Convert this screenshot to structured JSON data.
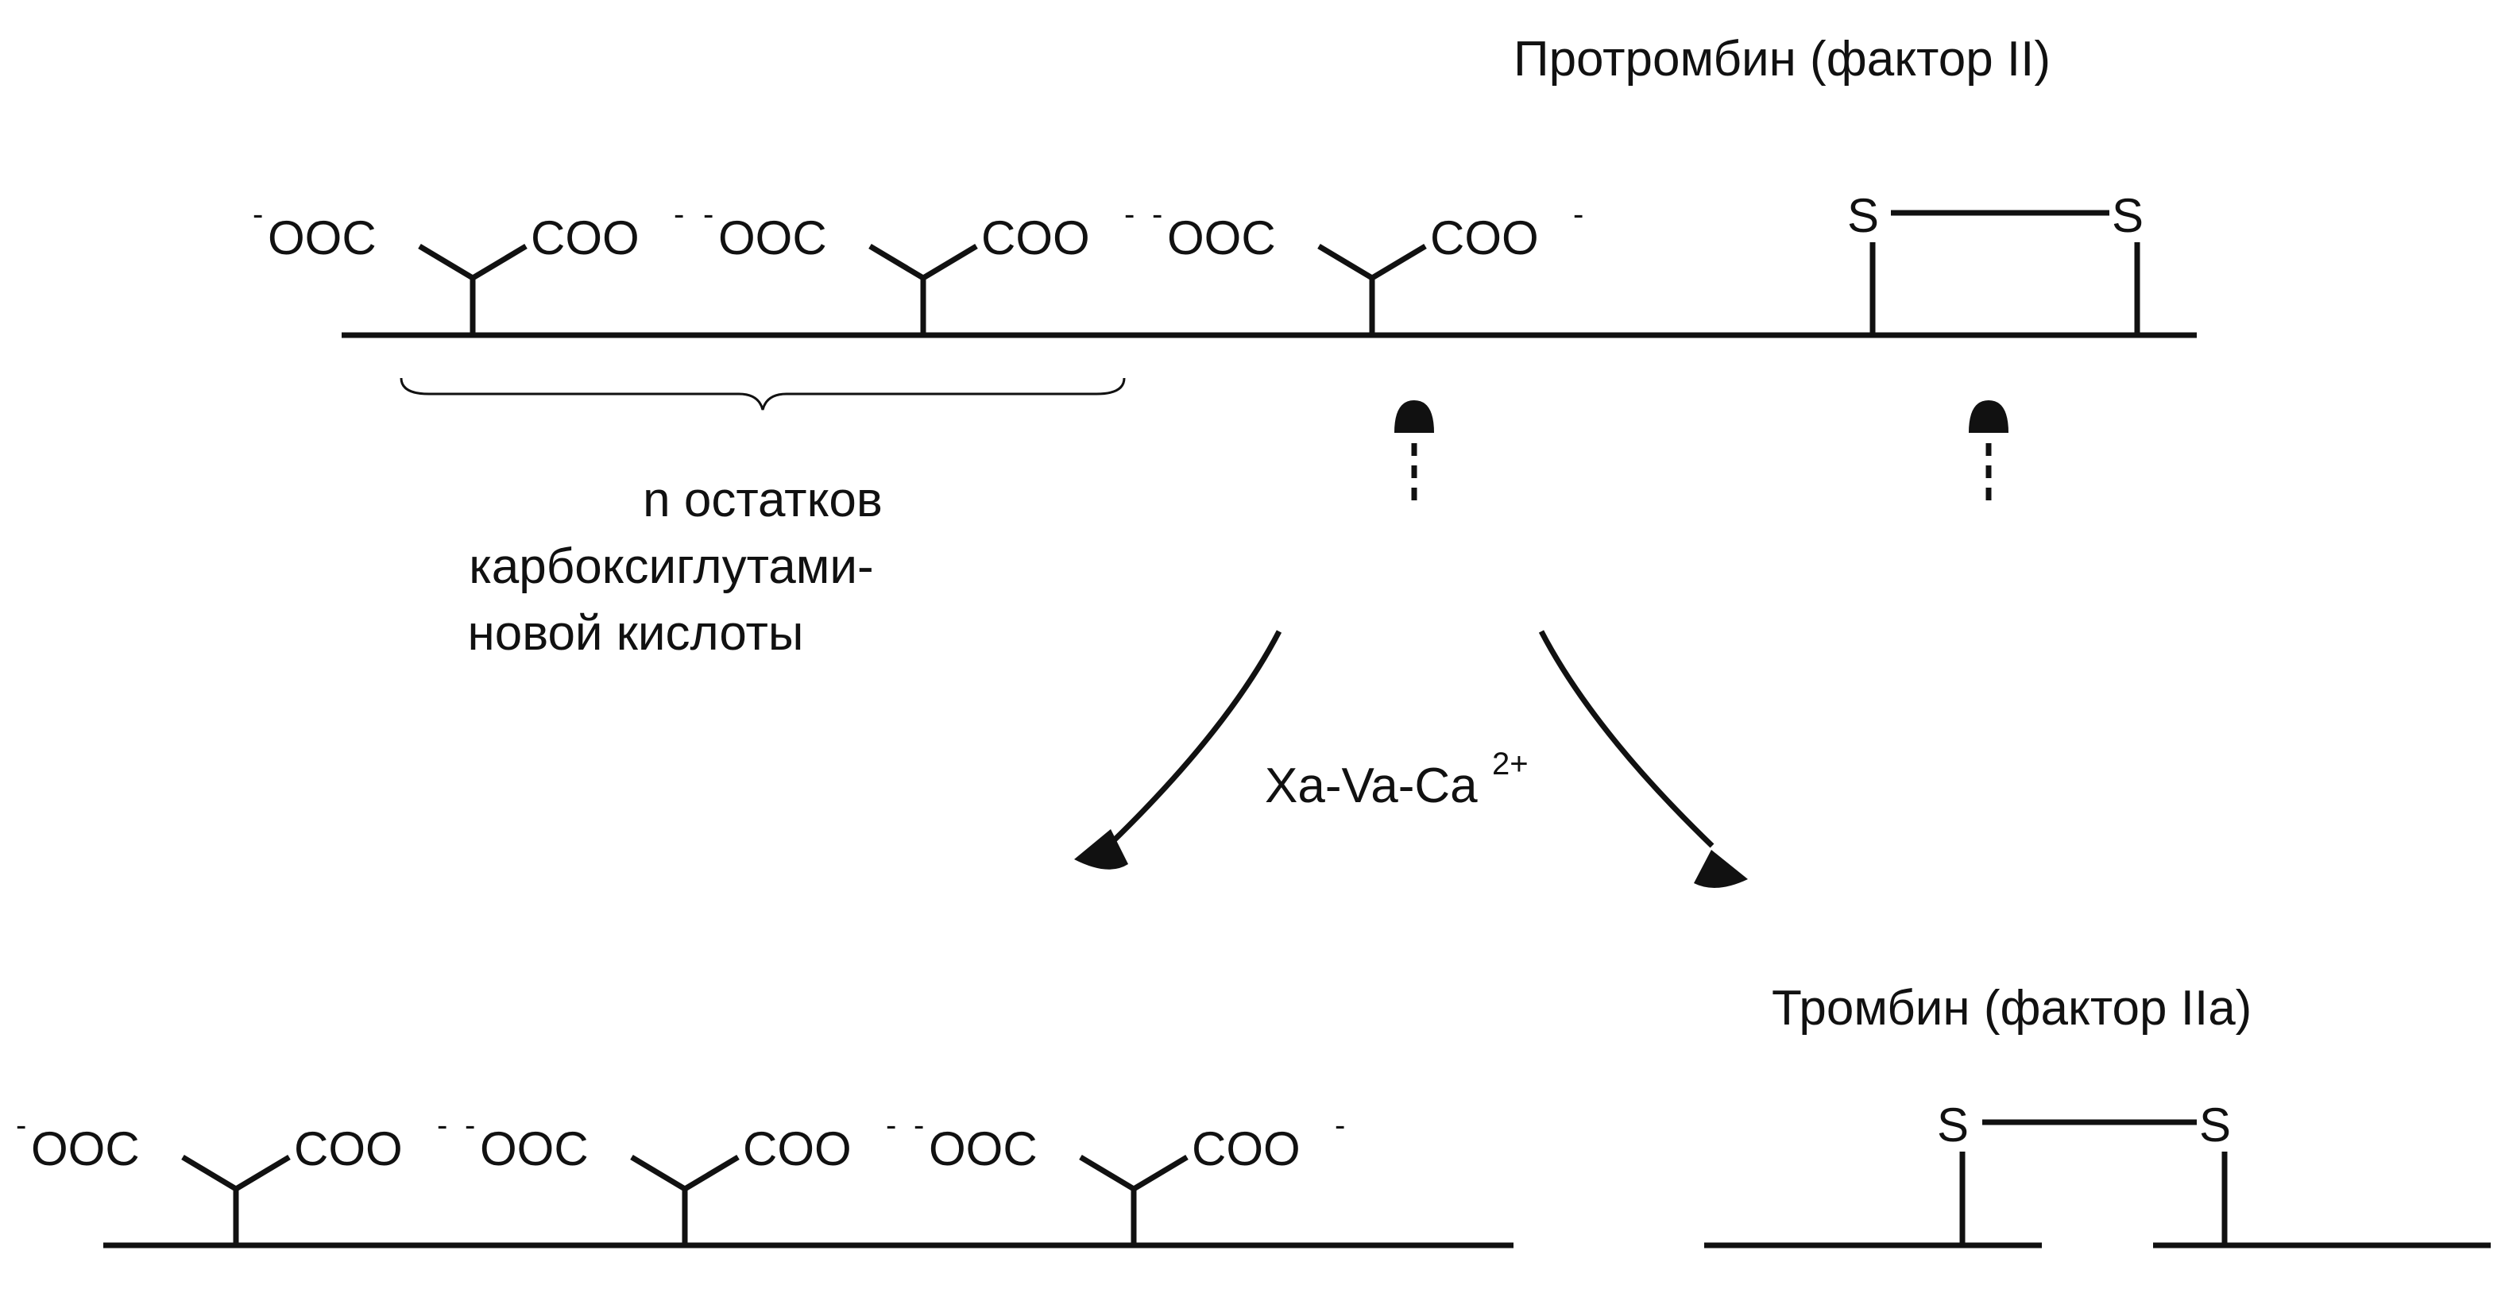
{
  "title_top": "Протромбин (фактор II)",
  "title_bottom": "Тромбин (фактор IIa)",
  "bracket_label": {
    "line1": "n остатков",
    "line2": "карбоксиглутами-",
    "line3": "новой кислоты"
  },
  "catalyst": {
    "main": "Xa-Va-Ca",
    "superscript": "2+"
  },
  "groups": {
    "left_group": "OOC",
    "right_group": "COO",
    "charge": "-"
  },
  "disulfide": {
    "atom": "S"
  }
}
